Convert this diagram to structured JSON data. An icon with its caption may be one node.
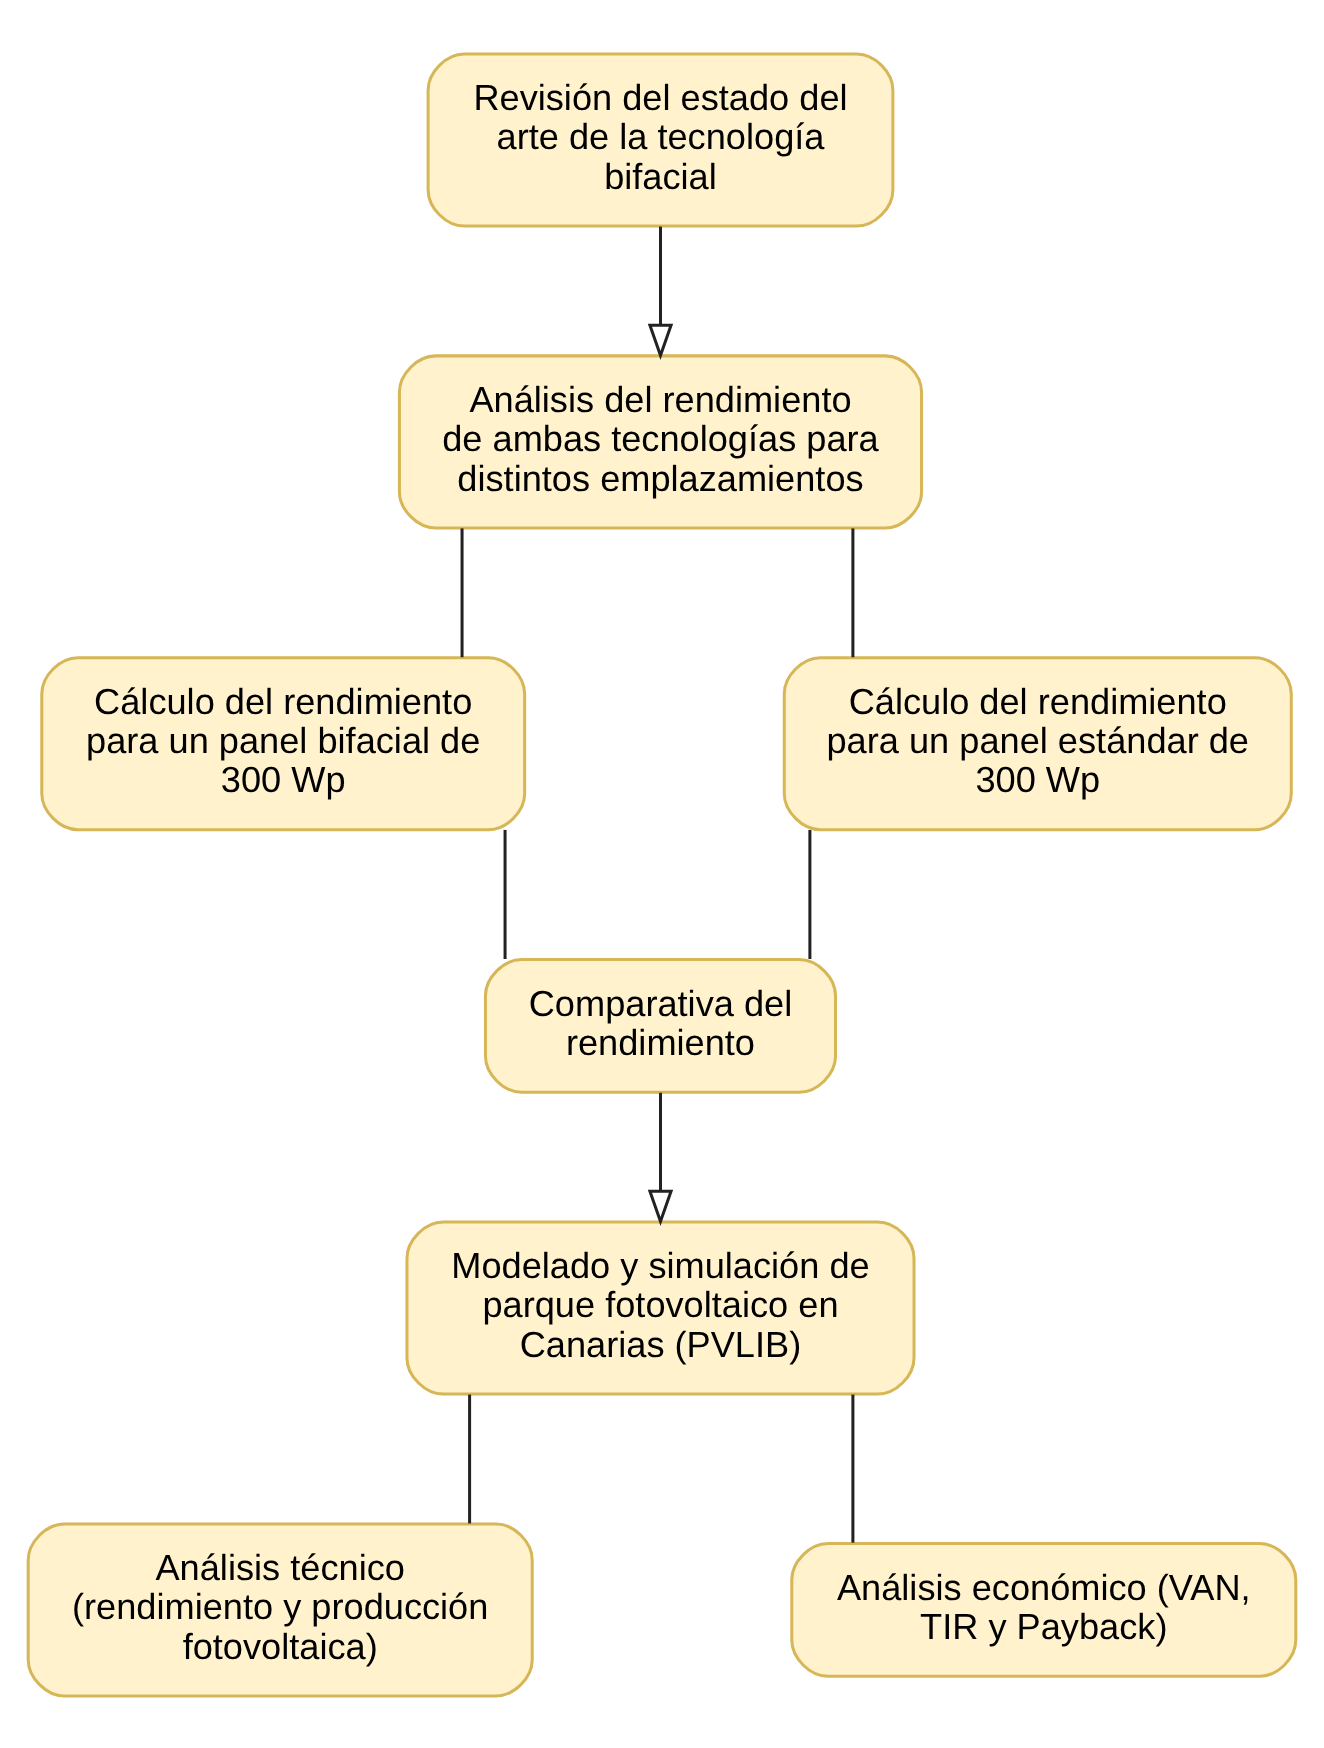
{
  "diagram": {
    "nodes": [
      {
        "text": [
          "Revisión del estado del arte de la tecnología bifacial"
        ]
      },
      {
        "text": [
          "Análisis del rendimiento de ambas tecnologías para distintos emplazamientos"
        ]
      },
      {
        "text": [
          "Cálculo del rendimiento para un panel bifacial de 300 Wp"
        ]
      },
      {
        "text": [
          "Cálculo del rendimiento para un panel estándar de 300 Wp"
        ]
      },
      {
        "text": [
          "Comparativa del rendimiento"
        ]
      },
      {
        "text": [
          "Modelado y simulación de parque fotovoltaico en Canarias (PVLIB)"
        ]
      },
      {
        "text": [
          "Análisis técnico (rendimiento y producción fotovoltaica)"
        ]
      },
      {
        "text": [
          "Análisis económico (VAN, TIR y Payback)"
        ]
      }
    ],
    "edges": [
      {
        "from": 0,
        "to": 1,
        "arrow": "to"
      },
      {
        "from": 1,
        "to": 2,
        "arrow": "none"
      },
      {
        "from": 1,
        "to": 3,
        "arrow": "none"
      },
      {
        "from": 2,
        "to": 4,
        "arrow": "none"
      },
      {
        "from": 3,
        "to": 4,
        "arrow": "none"
      },
      {
        "from": 4,
        "to": 5,
        "arrow": "to"
      },
      {
        "from": 5,
        "to": 6,
        "arrow": "none"
      },
      {
        "from": 5,
        "to": 7,
        "arrow": "none"
      }
    ]
  }
}
